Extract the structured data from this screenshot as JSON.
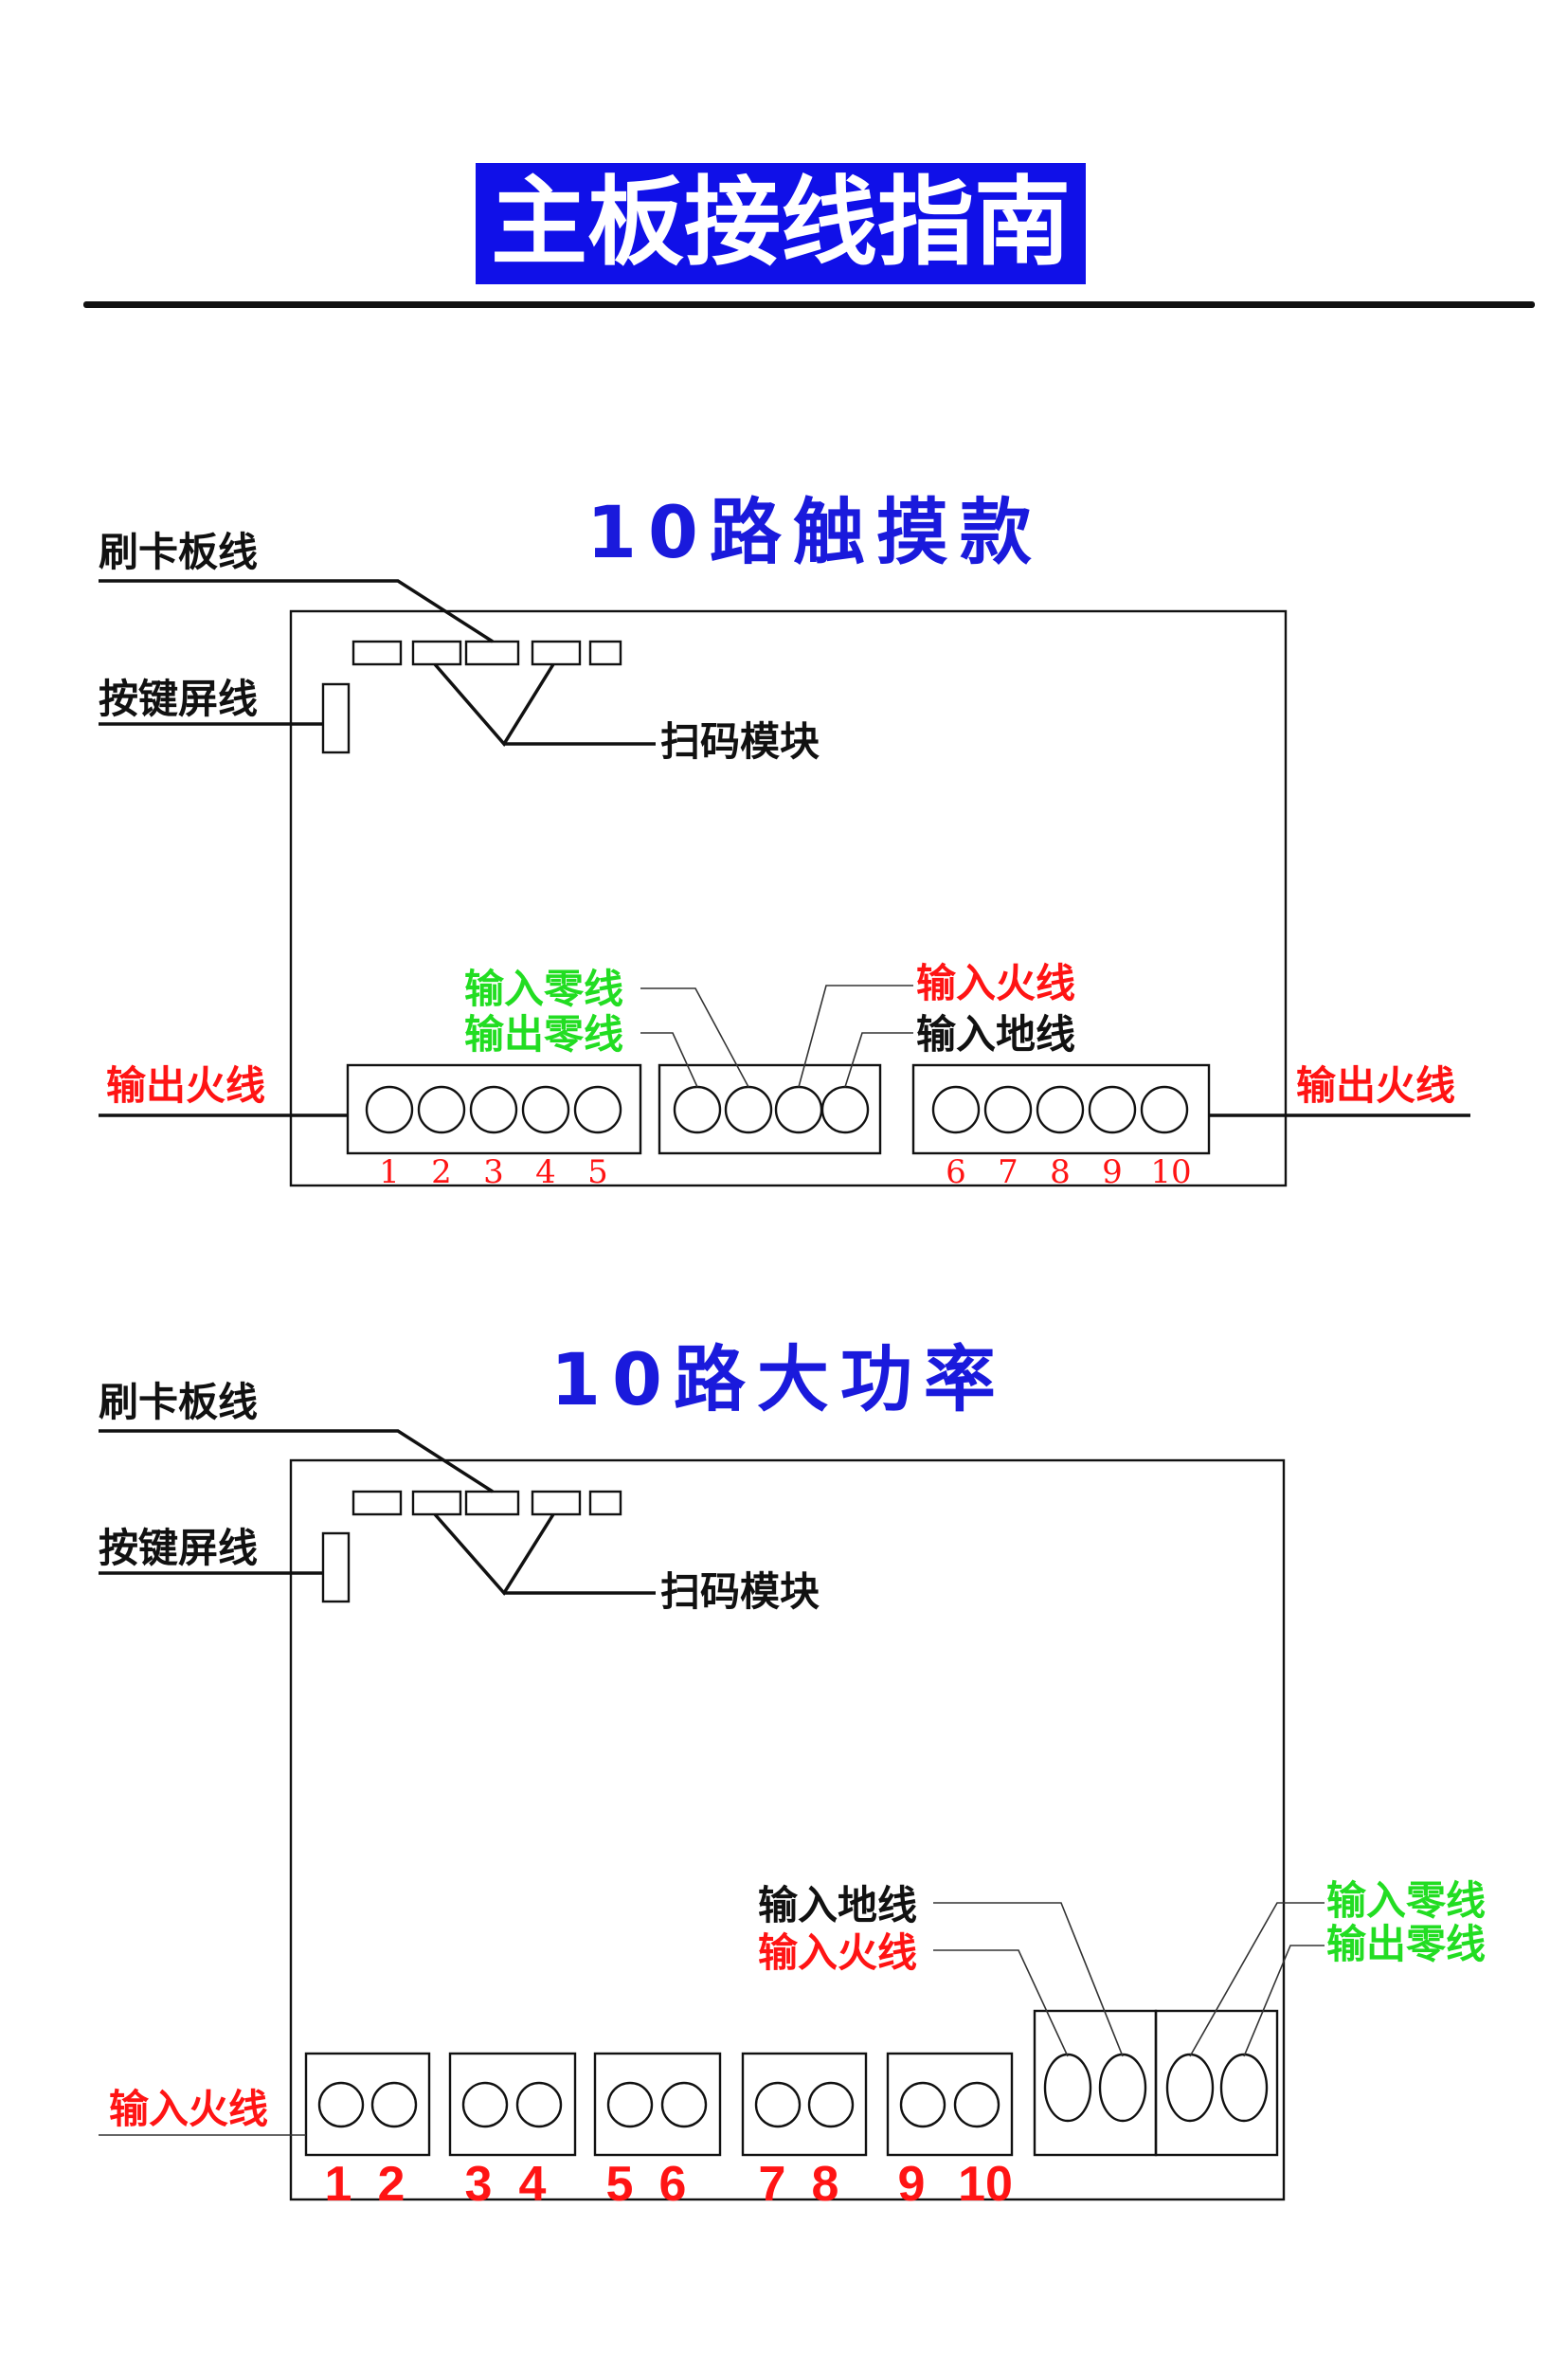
{
  "title": "主板接线指南",
  "colors": {
    "title_bg": "#1010e8",
    "section_title": "#1a1adc",
    "hot_wire": "#ff1414",
    "neutral_wire": "#22dd22",
    "ground_wire": "#111111"
  },
  "touch": {
    "title": "10路触摸款",
    "card_cable": "刷卡板线",
    "key_cable": "按键屏线",
    "scan_module": "扫码模块",
    "in_neutral": "输入零线",
    "out_neutral": "输出零线",
    "in_hot": "输入火线",
    "in_ground": "输入地线",
    "out_hot_left": "输出火线",
    "out_hot_right": "输出火线",
    "channels": [
      "1",
      "2",
      "3",
      "4",
      "5",
      "6",
      "7",
      "8",
      "9",
      "10"
    ]
  },
  "power": {
    "title": "10路大功率",
    "card_cable": "刷卡板线",
    "key_cable": "按键屏线",
    "scan_module": "扫码模块",
    "in_ground": "输入地线",
    "in_hot": "输入火线",
    "in_neutral": "输入零线",
    "out_neutral": "输出零线",
    "in_hot_left": "输入火线",
    "channels": [
      "1",
      "2",
      "3",
      "4",
      "5",
      "6",
      "7",
      "8",
      "9",
      "10"
    ]
  }
}
